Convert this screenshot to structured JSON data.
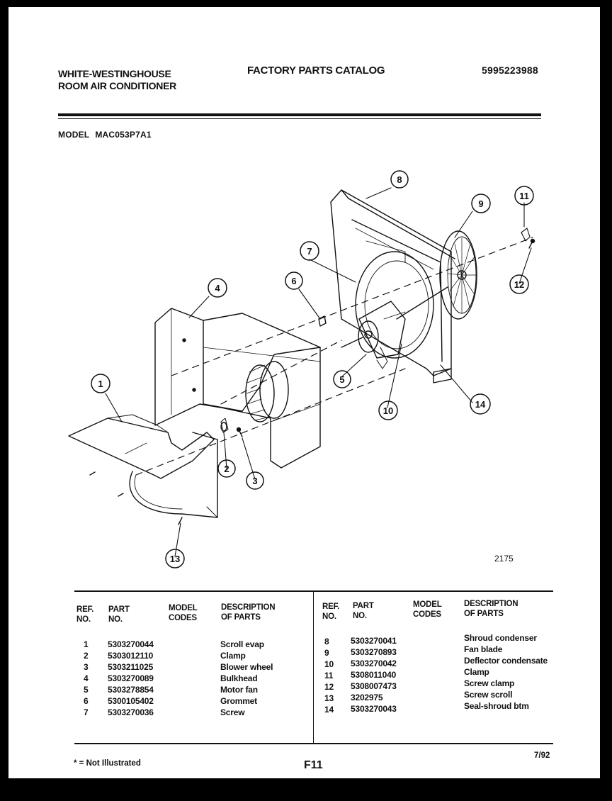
{
  "header": {
    "brand_line1": "WHITE-WESTINGHOUSE",
    "brand_line2": "ROOM AIR CONDITIONER",
    "catalog_title": "FACTORY PARTS CATALOG",
    "catalog_number": "5995223988",
    "model_label": "MODEL",
    "model_number": "MAC053P7A1"
  },
  "diagram": {
    "callouts": [
      "1",
      "2",
      "3",
      "4",
      "5",
      "6",
      "7",
      "8",
      "9",
      "10",
      "11",
      "12",
      "13",
      "14"
    ],
    "figure_number": "2175"
  },
  "table": {
    "headers": {
      "ref_line1": "REF.",
      "ref_line2": "NO.",
      "part_line1": "PART",
      "part_line2": "NO.",
      "model_line1": "MODEL",
      "model_line2": "CODES",
      "desc_line1": "DESCRIPTION",
      "desc_line2": "OF PARTS"
    },
    "left_rows": [
      {
        "ref": "1",
        "part": "5303270044",
        "code": "",
        "desc": "Scroll evap"
      },
      {
        "ref": "2",
        "part": "5303012110",
        "code": "",
        "desc": "Clamp"
      },
      {
        "ref": "3",
        "part": "5303211025",
        "code": "",
        "desc": "Blower wheel"
      },
      {
        "ref": "4",
        "part": "5303270089",
        "code": "",
        "desc": "Bulkhead"
      },
      {
        "ref": "5",
        "part": "5303278854",
        "code": "",
        "desc": "Motor fan"
      },
      {
        "ref": "6",
        "part": "5300105402",
        "code": "",
        "desc": "Grommet"
      },
      {
        "ref": "7",
        "part": "5303270036",
        "code": "",
        "desc": "Screw"
      }
    ],
    "right_rows": [
      {
        "ref": "8",
        "part": "5303270041",
        "code": "",
        "desc": "Shroud condenser"
      },
      {
        "ref": "9",
        "part": "5303270893",
        "code": "",
        "desc": "Fan blade"
      },
      {
        "ref": "10",
        "part": "5303270042",
        "code": "",
        "desc": "Deflector condensate"
      },
      {
        "ref": "11",
        "part": "5308011040",
        "code": "",
        "desc": "Clamp"
      },
      {
        "ref": "12",
        "part": "5308007473",
        "code": "",
        "desc": "Screw clamp"
      },
      {
        "ref": "13",
        "part": "3202975",
        "code": "",
        "desc": "Screw scroll"
      },
      {
        "ref": "14",
        "part": "5303270043",
        "code": "",
        "desc": "Seal-shroud btm"
      }
    ]
  },
  "footer": {
    "footnote": "* = Not Illustrated",
    "page_code": "F11",
    "date": "7/92"
  }
}
